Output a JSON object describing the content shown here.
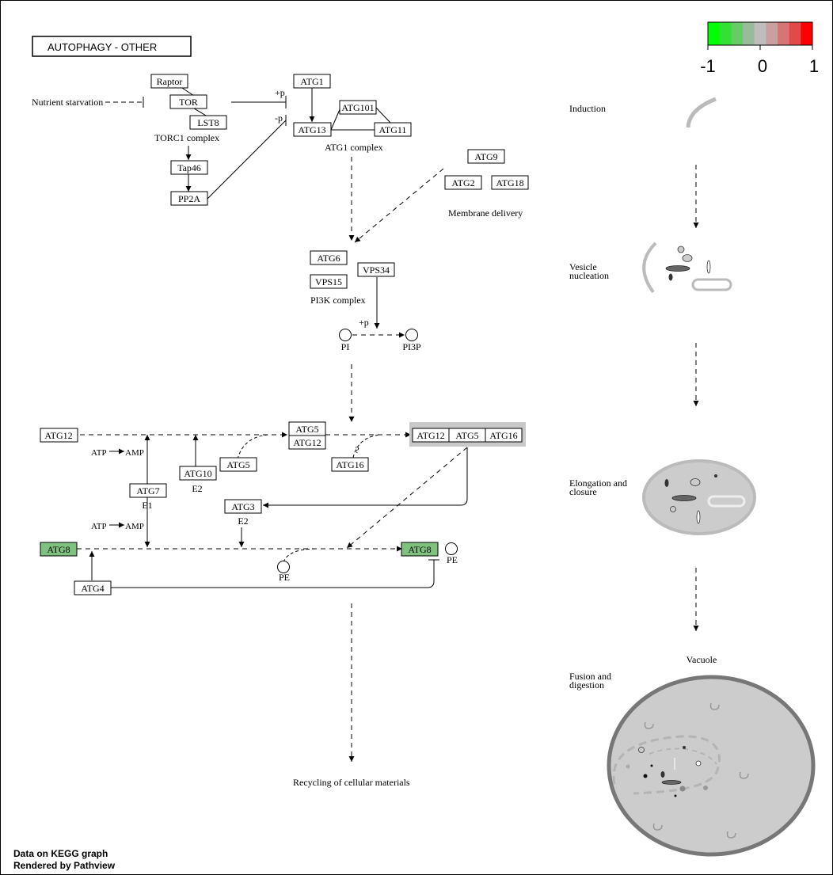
{
  "title": "AUTOPHAGY  -  OTHER",
  "legend": {
    "colors": [
      "#00ff00",
      "#33e033",
      "#66cc66",
      "#99bb99",
      "#bebebe",
      "#c9a0a0",
      "#d57575",
      "#e24a4a",
      "#ff0000"
    ],
    "ticks": [
      "-1",
      "0",
      "1"
    ]
  },
  "colors": {
    "highlight": "#7fc27f",
    "complex_bg": "#c8c8c8",
    "organelle": "#bbbbbb",
    "vacuole_fill": "#cccccc",
    "vacuole_edge": "#777777"
  },
  "nodes": {
    "raptor": "Raptor",
    "tor": "TOR",
    "lst8": "LST8",
    "tap46": "Tap46",
    "pp2a": "PP2A",
    "atg1": "ATG1",
    "atg13": "ATG13",
    "atg101": "ATG101",
    "atg11": "ATG11",
    "atg9": "ATG9",
    "atg2": "ATG2",
    "atg18": "ATG18",
    "atg6": "ATG6",
    "vps15": "VPS15",
    "vps34": "VPS34",
    "atg12_left": "ATG12",
    "atg5_top": "ATG5",
    "atg12_mid": "ATG12",
    "complex_atg12": "ATG12",
    "complex_atg5": "ATG5",
    "complex_atg16": "ATG16",
    "atg5_low": "ATG5",
    "atg16_low": "ATG16",
    "atg7": "ATG7",
    "atg10": "ATG10",
    "atg3": "ATG3",
    "atg8_left": "ATG8",
    "atg8_right": "ATG8",
    "atg4": "ATG4"
  },
  "compounds": {
    "pi": "PI",
    "pi3p": "PI3P",
    "pe_right": "PE",
    "pe_low": "PE"
  },
  "labels": {
    "nutrient": "Nutrient starvation",
    "torc1": "TORC1 complex",
    "atg1complex": "ATG1 complex",
    "membrane": "Membrane delivery",
    "pi3k": "PI3K complex",
    "plusp_tor": "+p",
    "minusp": "-p",
    "plusp_vps": "+p",
    "atp1": "ATP",
    "amp1": "AMP",
    "atp2": "ATP",
    "amp2": "AMP",
    "e1": "E1",
    "e2_atg10": "E2",
    "e2_atg3": "E2",
    "question": "?",
    "recycling": "Recycling of cellular materials",
    "induction": "Induction",
    "vesicle1": "Vesicle",
    "vesicle2": "nucleation",
    "elong1": "Elongation and",
    "elong2": "closure",
    "vacuole": "Vacuole",
    "fusion1": "Fusion and",
    "fusion2": "digestion"
  },
  "footer": {
    "line1": "Data on KEGG graph",
    "line2": "Rendered by Pathview"
  }
}
